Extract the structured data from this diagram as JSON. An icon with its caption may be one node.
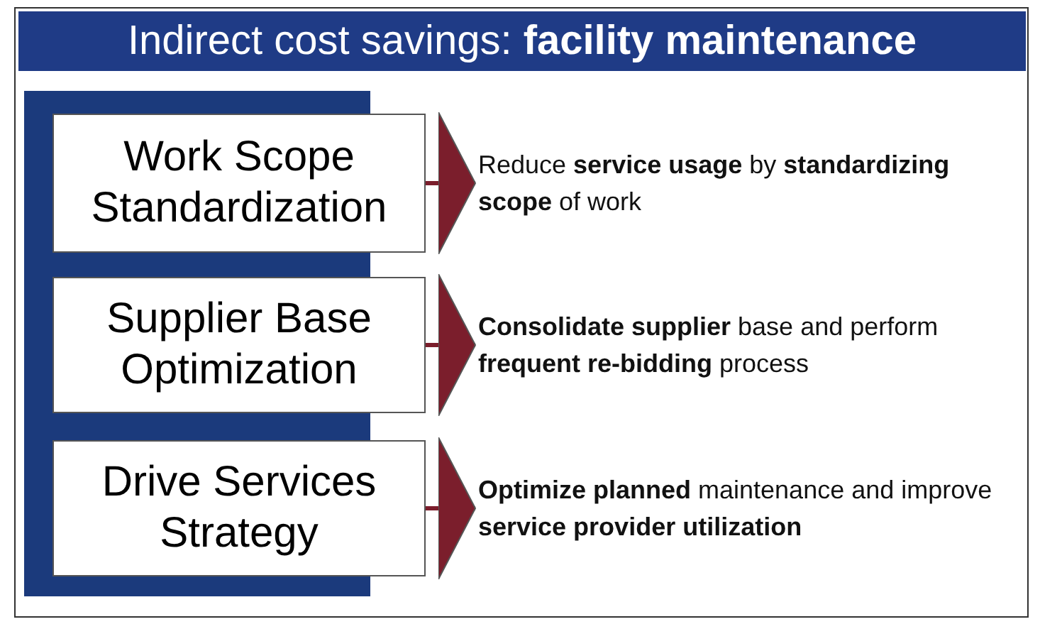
{
  "diagram": {
    "title": "Indirect cost savings: **facility maintenance**",
    "nodes": [
      {
        "text": [
          "Work Scope Standardization"
        ]
      },
      {
        "text": [
          "Reduce **service usage** by **standardizing scope** of work"
        ]
      },
      {
        "text": [
          "Supplier Base Optimization"
        ]
      },
      {
        "text": [
          "**Consolidate supplier** base and perform **frequent re-bidding** process"
        ]
      },
      {
        "text": [
          "Drive Services Strategy"
        ]
      },
      {
        "text": [
          "**Optimize planned** maintenance and improve **service provider utilization**"
        ]
      }
    ],
    "edges": [
      {
        "from": 0,
        "to": 1,
        "arrow": "to"
      },
      {
        "from": 2,
        "to": 3,
        "arrow": "to"
      },
      {
        "from": 4,
        "to": 5,
        "arrow": "to"
      }
    ]
  }
}
